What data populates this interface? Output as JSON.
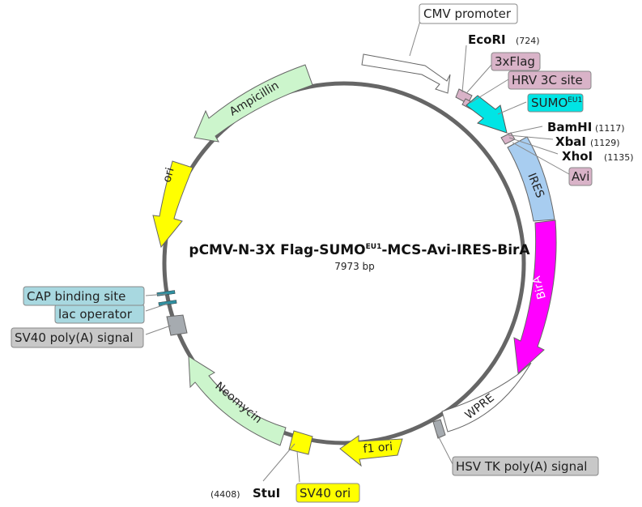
{
  "plasmid": {
    "name_prefix": "pCMV-N-3X Flag-SUMO",
    "name_sup": "EU1",
    "name_suffix": "-MCS-Avi-IRES-BirA",
    "size": "7973 bp"
  },
  "colors": {
    "backbone": "#666666",
    "promoter": "#ffffff",
    "tag": "#d9b3c8",
    "sumo": "#00e5e5",
    "ires": "#a8cdf0",
    "birA": "#ff00ff",
    "resistance": "#ccf5cc",
    "ori": "#ffff00",
    "polyA": "#a6abb0",
    "protein_bind": "#3ab0c0",
    "label_blue": "#a8d8e0",
    "label_gray": "#c8c8c8"
  },
  "features": {
    "cmv": "CMV promoter",
    "flag": "3xFlag",
    "hrv": "HRV 3C site",
    "sumo_prefix": "SUMO",
    "sumo_sup": "EU1",
    "avi": "Avi",
    "ires": "IRES",
    "birA": "BirA",
    "wpre": "WPRE",
    "hsv": "HSV TK poly(A) signal",
    "f1": "f1 ori",
    "sv40ori": "SV40 ori",
    "neomycin": "Neomycin",
    "sv40polya": "SV40 poly(A) signal",
    "lacop": "lac operator",
    "cap": "CAP binding site",
    "ori": "ori",
    "ampicillin": "Ampicillin"
  },
  "sites": [
    {
      "name": "EcoRI",
      "pos": "(724)"
    },
    {
      "name": "BamHI",
      "pos": "(1117)"
    },
    {
      "name": "XbaI",
      "pos": "(1129)"
    },
    {
      "name": "XhoI",
      "pos": "(1135)"
    },
    {
      "name": "StuI",
      "pos": "(4408)"
    }
  ]
}
